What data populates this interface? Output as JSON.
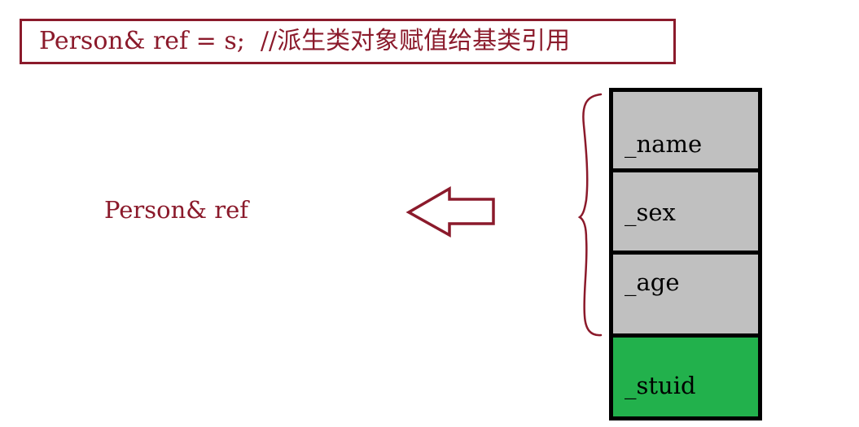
{
  "code": {
    "text": "Person& ref = s;  //派生类对象赋值给基类引用",
    "color": "#8b1a2b"
  },
  "reference": {
    "label": "Person& ref",
    "color": "#8b1a2b"
  },
  "memory_layout": {
    "fields": [
      {
        "label": "_name",
        "color": "#c0c0c0",
        "part": "base"
      },
      {
        "label": "_sex",
        "color": "#c0c0c0",
        "part": "base"
      },
      {
        "label": "_age",
        "color": "#c0c0c0",
        "part": "base"
      },
      {
        "label": "_stuid",
        "color": "#22b14c",
        "part": "derived"
      }
    ]
  }
}
